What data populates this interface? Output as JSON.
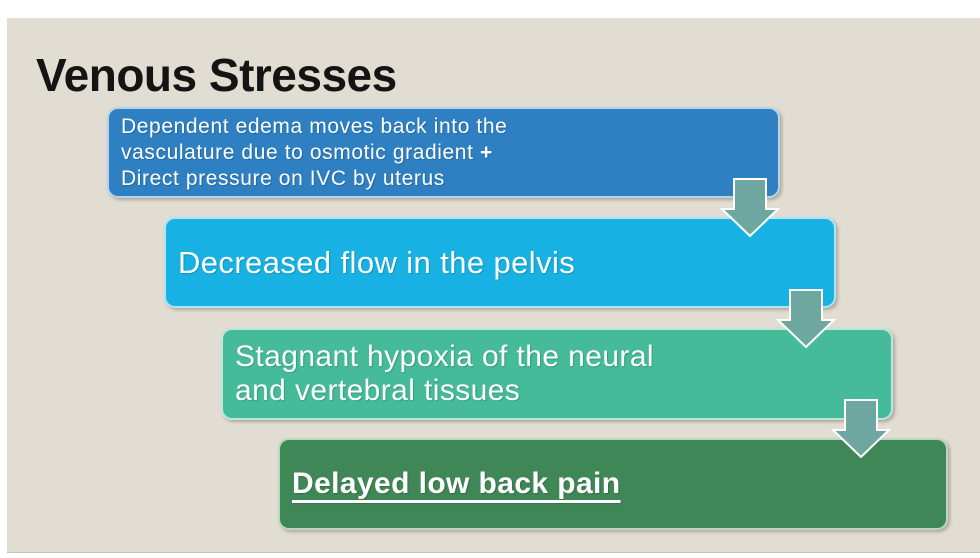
{
  "slide": {
    "title": "Venous Stresses",
    "colors": {
      "page_bg": "#ffffff",
      "slide_bg": "#e2ddd2",
      "title_text": "#141414",
      "box_text": "#ffffff",
      "arrow_fill": "#6ea7a0",
      "arrow_outline": "#ffffff"
    }
  },
  "diagram": {
    "type": "step-down-process",
    "arrow_icon": "down-arrow",
    "boxes": [
      {
        "fill": "#2e80c2",
        "lines": [
          "Dependent edema moves back into the",
          "vasculature due to osmotic gradient",
          "Direct pressure on IVC by uterus"
        ],
        "plus": "+"
      },
      {
        "fill": "#17b2e3",
        "text": "Decreased flow in the pelvis"
      },
      {
        "fill": "#45bb9a",
        "lines": [
          "Stagnant hypoxia of the neural",
          "and vertebral tissues"
        ]
      },
      {
        "fill": "#3f8756",
        "text": "Delayed low back pain",
        "emphasis": "bold-underline"
      }
    ]
  }
}
